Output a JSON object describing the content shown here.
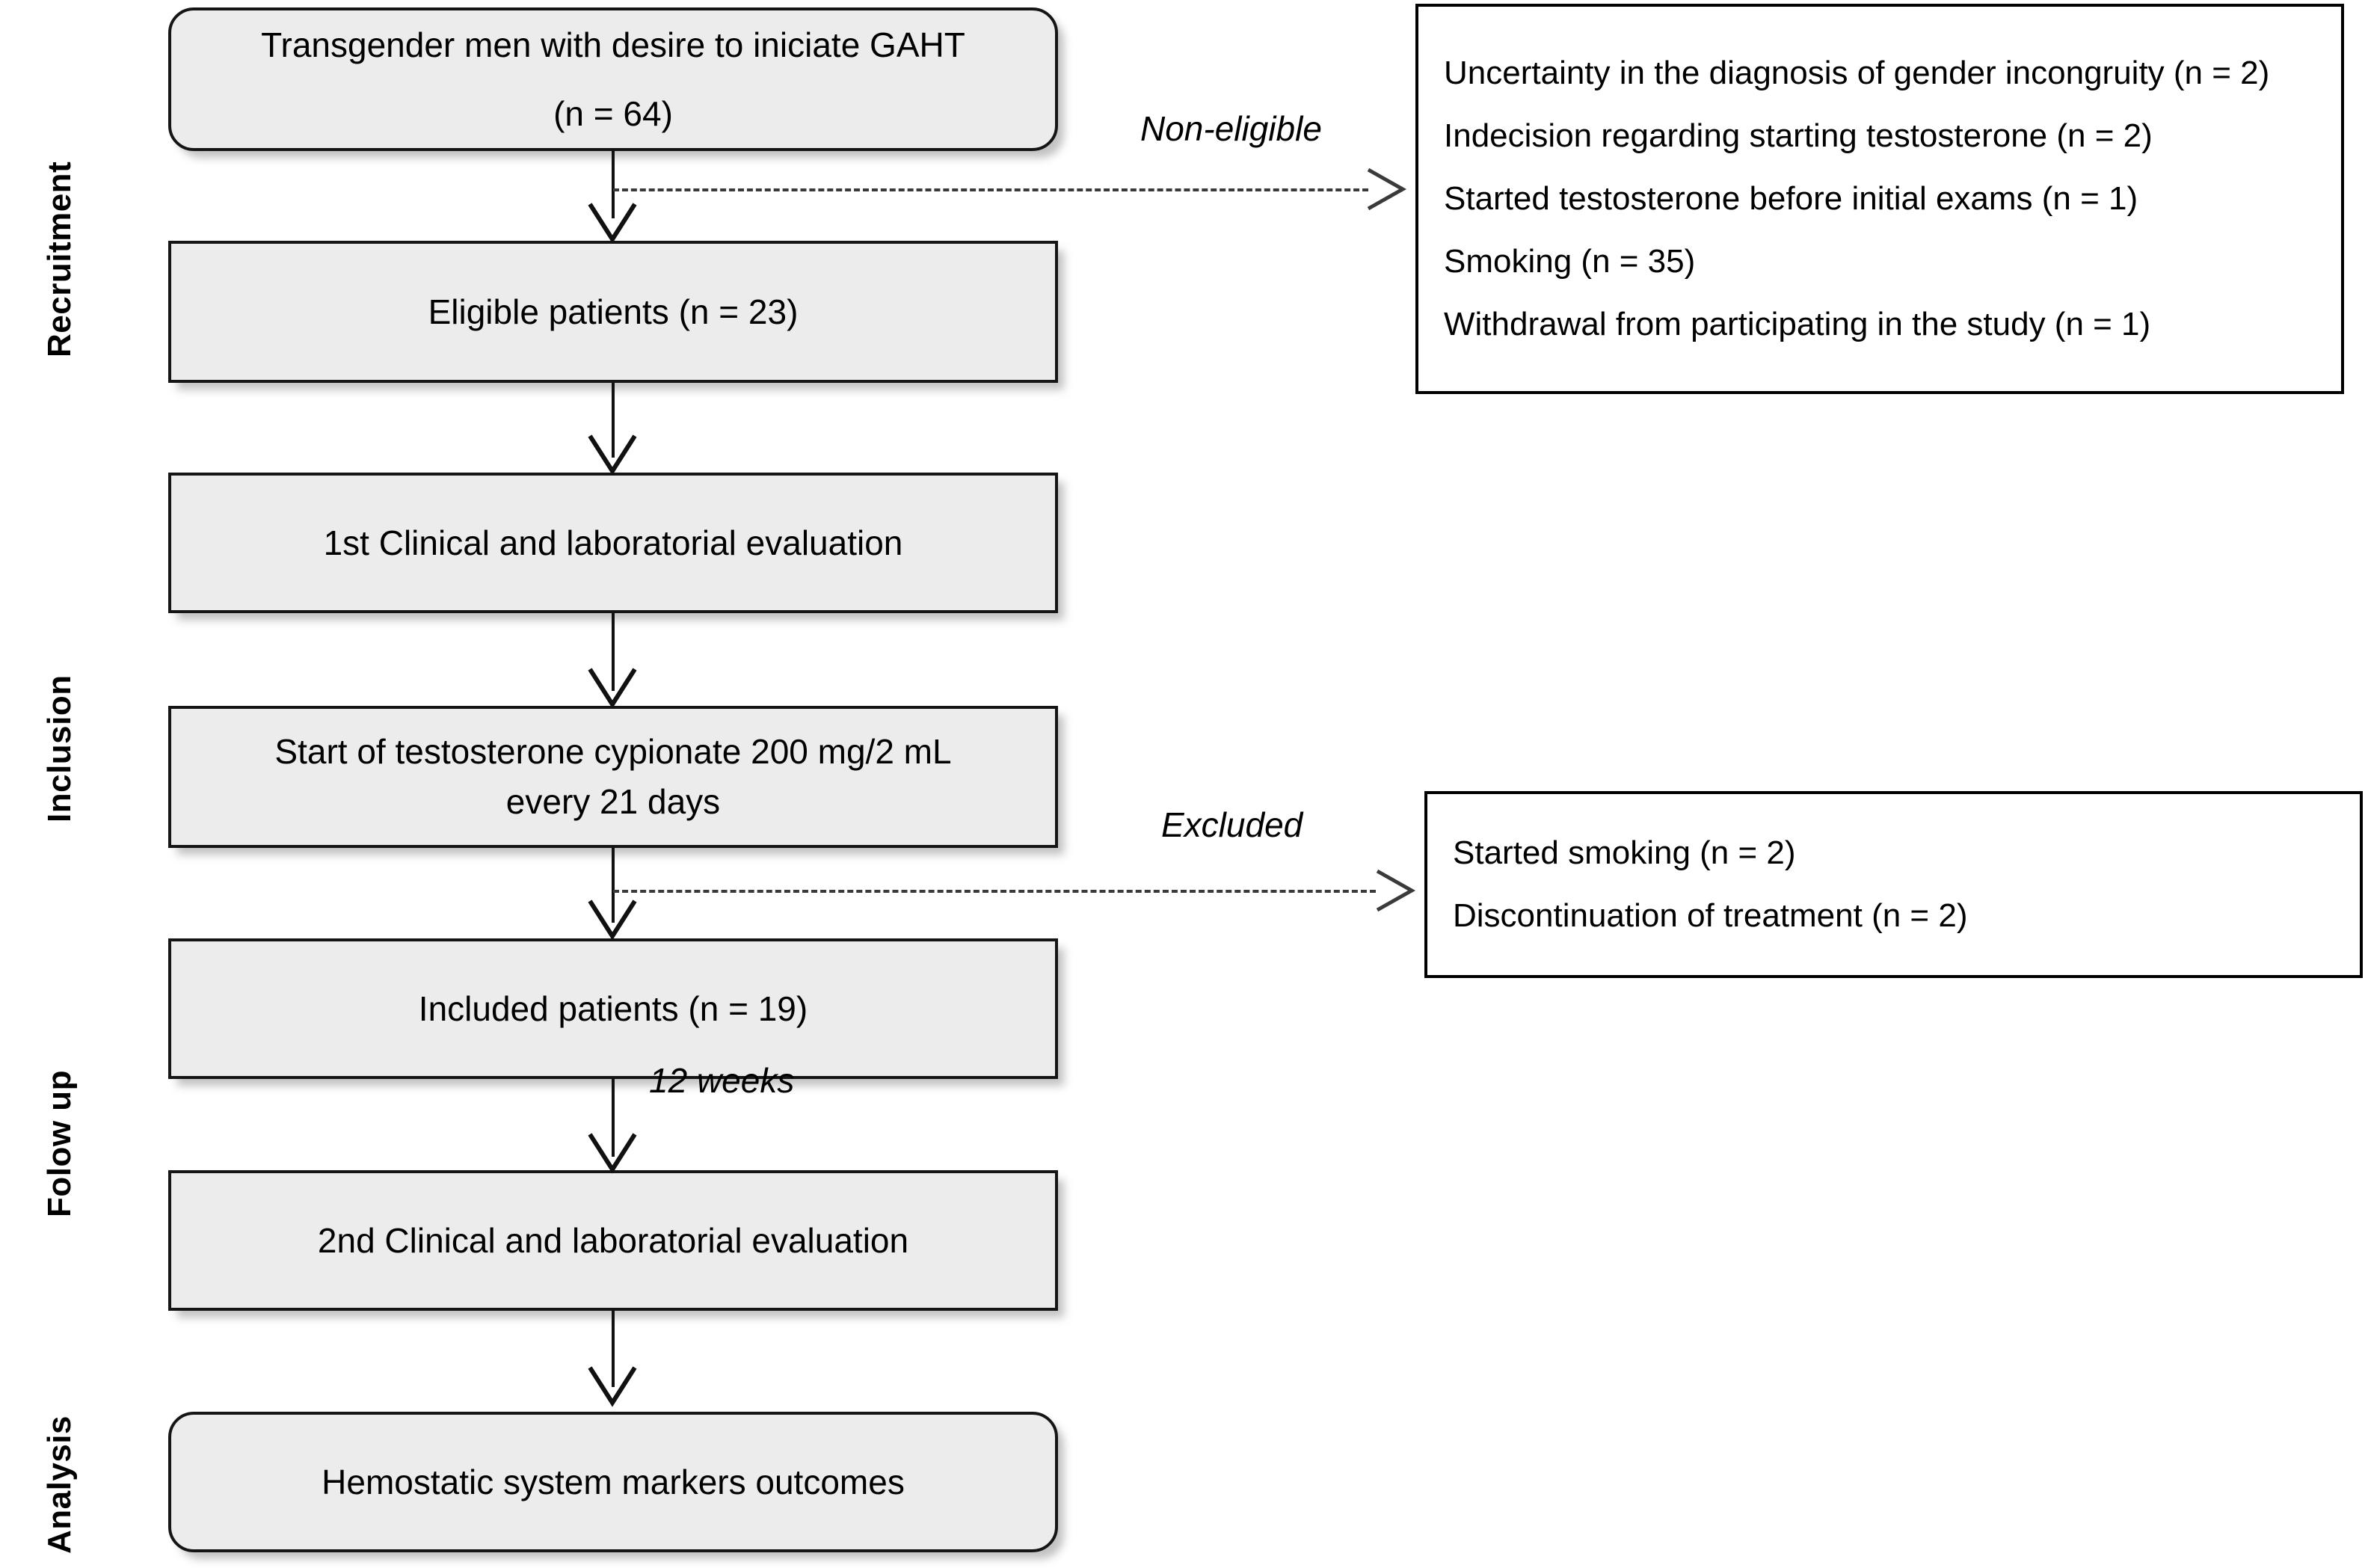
{
  "diagram": {
    "title": "Study participant flow diagram",
    "background_color": "#ffffff",
    "box_fill_color": "#ececed",
    "box_border_color": "#151515",
    "side_box_fill_color": "#ffffff"
  },
  "stages": [
    {
      "label": "Recruitment"
    },
    {
      "label": "Inclusion"
    },
    {
      "label": "Folow up"
    },
    {
      "label": "Analysis"
    }
  ],
  "flow_boxes": [
    {
      "id": "screened",
      "line1": "Transgender men with desire to iniciate GAHT",
      "line2": "(n = 64)",
      "shape": "rounded"
    },
    {
      "id": "eligible",
      "line1": "Eligible patients (n = 23)",
      "line2": "",
      "shape": "rectangle"
    },
    {
      "id": "first-evaluation",
      "line1": "1st Clinical and laboratorial evaluation",
      "line2": "",
      "shape": "rectangle"
    },
    {
      "id": "start-testosterone",
      "line1": "Start of testosterone cypionate 200 mg/2 mL",
      "line2": "every 21 days",
      "shape": "rectangle"
    },
    {
      "id": "included",
      "line1": "Included patients (n = 19)",
      "line2": "",
      "shape": "rectangle"
    },
    {
      "id": "second-evaluation",
      "line1": "2nd Clinical and laboratorial evaluation",
      "line2": "",
      "shape": "rectangle"
    },
    {
      "id": "outcomes",
      "line1": "Hemostatic system markers outcomes",
      "line2": "",
      "shape": "rounded"
    }
  ],
  "edge_labels": {
    "non_eligible": "Non-eligible",
    "excluded": "Excluded",
    "follow_up_interval": "12 weeks"
  },
  "non_eligible_box": {
    "reasons": [
      "Uncertainty in the diagnosis of gender incongruity (n = 2)",
      "Indecision regarding starting testosterone (n = 2)",
      "Started testosterone before initial exams (n = 1)",
      "Smoking  (n = 35)",
      "Withdrawal from participating in the study (n = 1)"
    ]
  },
  "excluded_box": {
    "reasons": [
      "Started smoking (n = 2)",
      "Discontinuation of treatment (n = 2)"
    ]
  }
}
